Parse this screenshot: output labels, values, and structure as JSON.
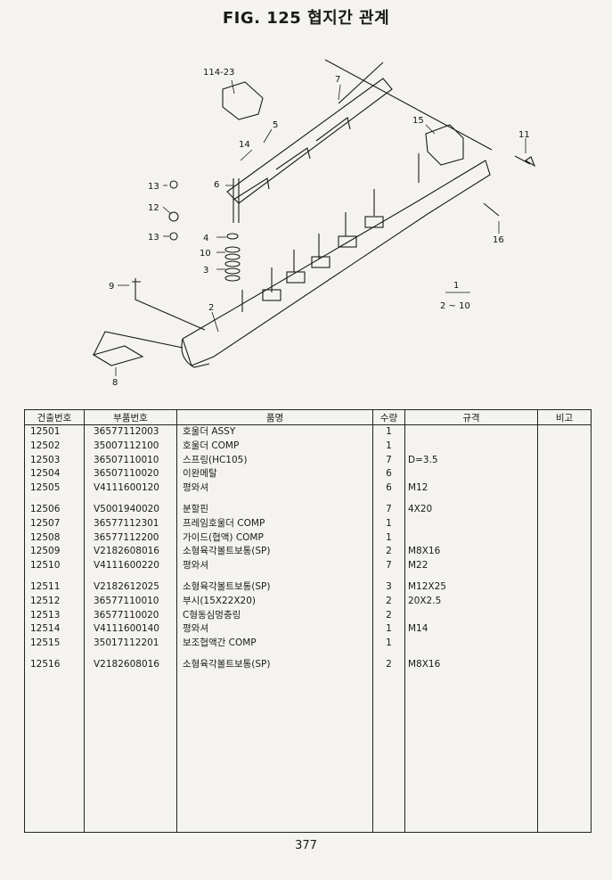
{
  "header": {
    "title": "FIG. 125 협지간 관계"
  },
  "diagram": {
    "callouts": [
      "114-23",
      "7",
      "5",
      "14",
      "15",
      "11",
      "13",
      "12",
      "6",
      "13",
      "16",
      "4",
      "10",
      "3",
      "9",
      "2",
      "8",
      "1",
      "2 ~ 10"
    ]
  },
  "table": {
    "headers": [
      "건출번호",
      "부품번호",
      "품명",
      "수량",
      "규격",
      "비고"
    ],
    "groups": [
      [
        {
          "no": "12501",
          "part": "36577112003",
          "name": "호울더 ASSY",
          "qty": "1",
          "spec": "",
          "note": ""
        },
        {
          "no": "12502",
          "part": "35007112100",
          "name": "호울더 COMP",
          "qty": "1",
          "spec": "",
          "note": ""
        },
        {
          "no": "12503",
          "part": "36507110010",
          "name": "스프링(HC105)",
          "qty": "7",
          "spec": "D=3.5",
          "note": ""
        },
        {
          "no": "12504",
          "part": "36507110020",
          "name": "이완메탈",
          "qty": "6",
          "spec": "",
          "note": ""
        },
        {
          "no": "12505",
          "part": "V4111600120",
          "name": "평와셔",
          "qty": "6",
          "spec": "M12",
          "note": ""
        }
      ],
      [
        {
          "no": "12506",
          "part": "V5001940020",
          "name": "분할핀",
          "qty": "7",
          "spec": "4X20",
          "note": ""
        },
        {
          "no": "12507",
          "part": "36577112301",
          "name": "프레임호울더 COMP",
          "qty": "1",
          "spec": "",
          "note": ""
        },
        {
          "no": "12508",
          "part": "36577112200",
          "name": "가이드(협액) COMP",
          "qty": "1",
          "spec": "",
          "note": ""
        },
        {
          "no": "12509",
          "part": "V2182608016",
          "name": "소형육각볼트보통(SP)",
          "qty": "2",
          "spec": "M8X16",
          "note": ""
        },
        {
          "no": "12510",
          "part": "V4111600220",
          "name": "평와셔",
          "qty": "7",
          "spec": "M22",
          "note": ""
        }
      ],
      [
        {
          "no": "12511",
          "part": "V2182612025",
          "name": "소형육각볼트보통(SP)",
          "qty": "3",
          "spec": "M12X25",
          "note": ""
        },
        {
          "no": "12512",
          "part": "36577110010",
          "name": "부시(15X22X20)",
          "qty": "2",
          "spec": "20X2.5",
          "note": ""
        },
        {
          "no": "12513",
          "part": "36577110020",
          "name": "C형동심멍충링",
          "qty": "2",
          "spec": "",
          "note": ""
        },
        {
          "no": "12514",
          "part": "V4111600140",
          "name": "평와셔",
          "qty": "1",
          "spec": "M14",
          "note": ""
        },
        {
          "no": "12515",
          "part": "35017112201",
          "name": "보조협액간 COMP",
          "qty": "1",
          "spec": "",
          "note": ""
        }
      ],
      [
        {
          "no": "12516",
          "part": "V2182608016",
          "name": "소형육각볼트보통(SP)",
          "qty": "2",
          "spec": "M8X16",
          "note": ""
        }
      ]
    ]
  },
  "footer": {
    "page_number": "377"
  }
}
